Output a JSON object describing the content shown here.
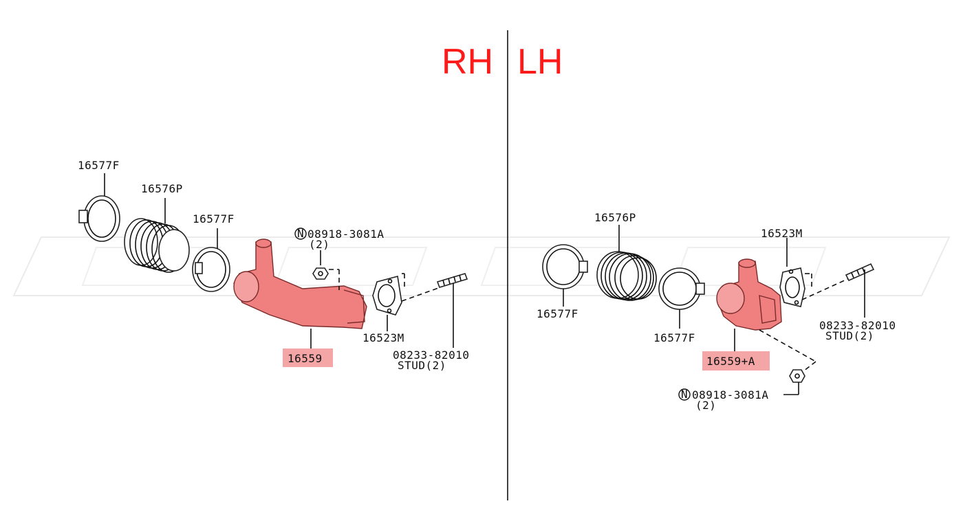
{
  "diagram": {
    "headers": {
      "rh": "RH",
      "lh": "LH"
    },
    "rh_labels": {
      "clamp_outer": "16577F",
      "hose": "16576P",
      "clamp_inner": "16577F",
      "nut_line1": "08918-3081A",
      "nut_line2": "(2)",
      "gasket": "16523M",
      "stud_line1": "08233-82010",
      "stud_line2": "STUD(2)",
      "tube": "16559"
    },
    "lh_labels": {
      "hose": "16576P",
      "gasket": "16523M",
      "clamp_outer": "16577F",
      "clamp_inner": "16577F",
      "stud_line1": "08233-82010",
      "stud_line2": "STUD(2)",
      "tube": "16559+A",
      "nut_line1": "08918-3081A",
      "nut_line2": "(2)"
    },
    "nut_symbol": "N",
    "colors": {
      "header": "#ff1a1a",
      "highlight_fill": "#f08080",
      "label_box": "#f4a5a5",
      "line": "#111111"
    }
  }
}
